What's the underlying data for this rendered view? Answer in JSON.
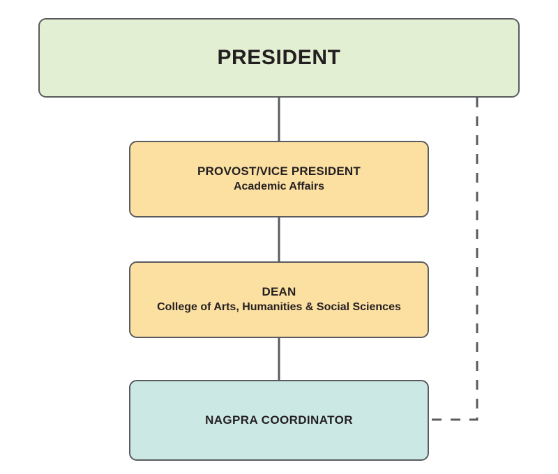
{
  "chart_data": {
    "type": "diagram",
    "diagram_kind": "organizational-chart",
    "title": "",
    "orientation": "vertical-top-down",
    "nodes": [
      {
        "id": "president",
        "title": "PRESIDENT",
        "subtitle": "",
        "fill": "#E2EFD2",
        "border": "#595B5E",
        "level": 0
      },
      {
        "id": "provost",
        "title": "PROVOST/VICE PRESIDENT",
        "subtitle": "Academic Affairs",
        "fill": "#FCE0A2",
        "border": "#595B5E",
        "level": 1
      },
      {
        "id": "dean",
        "title": "DEAN",
        "subtitle": "College of Arts, Humanities & Social Sciences",
        "fill": "#FCE0A2",
        "border": "#595B5E",
        "level": 2
      },
      {
        "id": "nagpra",
        "title": "NAGPRA COORDINATOR",
        "subtitle": "",
        "fill": "#CCE8E4",
        "border": "#595B5E",
        "level": 3
      }
    ],
    "edges": [
      {
        "from": "president",
        "to": "provost",
        "style": "solid",
        "color": "#595B5E"
      },
      {
        "from": "provost",
        "to": "dean",
        "style": "solid",
        "color": "#595B5E"
      },
      {
        "from": "dean",
        "to": "nagpra",
        "style": "solid",
        "color": "#595B5E"
      },
      {
        "from": "president",
        "to": "nagpra",
        "style": "dashed",
        "color": "#595B5E",
        "route": "right-side-elbow"
      }
    ],
    "colors": {
      "background": "#FFFFFF",
      "text": "#231F20",
      "line": "#595B5E",
      "green_fill": "#E2EFD2",
      "orange_fill": "#FCE0A2",
      "teal_fill": "#CCE8E4"
    }
  }
}
